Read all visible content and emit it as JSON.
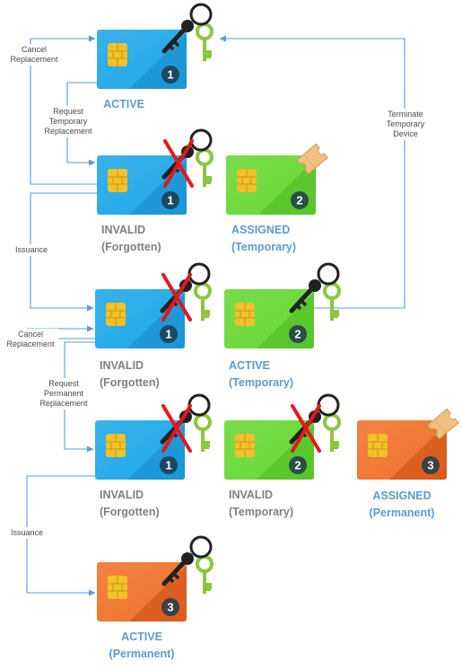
{
  "colors": {
    "blue": "#1ea7e8",
    "blue_dark": "#1788c8",
    "green": "#66d833",
    "green_dark": "#4cb820",
    "orange": "#f0722a",
    "orange_dark": "#c84a10",
    "chip": "#f2c02a",
    "arrow": "#5b9bd5",
    "status_active": "#5b9bd5",
    "status_invalid": "#7f7f7f",
    "status_assigned": "#5b9bd5",
    "key_dark": "#222222",
    "key_green": "#8cc63f",
    "ticket": "#f0c080",
    "cross": "#e8161b",
    "badge_dark": "#1f3a4d"
  },
  "cards": [
    {
      "id": "c1",
      "color": "blue",
      "number": "1",
      "icon": "keys-icon",
      "crossed": false,
      "status": "ACTIVE",
      "substatus": "",
      "status_color": "status_active"
    },
    {
      "id": "c2",
      "color": "blue",
      "number": "1",
      "icon": "keys-icon",
      "crossed": true,
      "status": "INVALID",
      "substatus": "(Forgotten)",
      "status_color": "status_invalid"
    },
    {
      "id": "c3",
      "color": "green",
      "number": "2",
      "icon": "ticket-icon",
      "crossed": false,
      "status": "ASSIGNED",
      "substatus": "(Temporary)",
      "status_color": "status_assigned"
    },
    {
      "id": "c4",
      "color": "blue",
      "number": "1",
      "icon": "keys-icon",
      "crossed": true,
      "status": "INVALID",
      "substatus": "(Forgotten)",
      "status_color": "status_invalid"
    },
    {
      "id": "c5",
      "color": "green",
      "number": "2",
      "icon": "keys-icon",
      "crossed": false,
      "status": "ACTIVE",
      "substatus": "(Temporary)",
      "status_color": "status_active"
    },
    {
      "id": "c6",
      "color": "blue",
      "number": "1",
      "icon": "keys-icon",
      "crossed": true,
      "status": "INVALID",
      "substatus": "(Forgotten)",
      "status_color": "status_invalid"
    },
    {
      "id": "c7",
      "color": "green",
      "number": "2",
      "icon": "keys-icon",
      "crossed": true,
      "status": "INVALID",
      "substatus": "(Temporary)",
      "status_color": "status_invalid"
    },
    {
      "id": "c8",
      "color": "orange",
      "number": "3",
      "icon": "ticket-icon",
      "crossed": false,
      "status": "ASSIGNED",
      "substatus": "(Permanent)",
      "status_color": "status_assigned"
    },
    {
      "id": "c9",
      "color": "orange",
      "number": "3",
      "icon": "keys-icon",
      "crossed": false,
      "status": "ACTIVE",
      "substatus": "(Permanent)",
      "status_color": "status_active"
    }
  ],
  "flows": [
    {
      "id": "cancel-replacement-1",
      "lines": [
        "Cancel",
        "Replacement"
      ]
    },
    {
      "id": "request-temporary-replacement",
      "lines": [
        "Request",
        "Temporary",
        "Replacement"
      ]
    },
    {
      "id": "issuance-1",
      "lines": [
        "Issuance"
      ]
    },
    {
      "id": "terminate-temporary-device",
      "lines": [
        "Terminate",
        "Temporary",
        "Device"
      ]
    },
    {
      "id": "cancel-replacement-2",
      "lines": [
        "Cancel",
        "Replacement"
      ]
    },
    {
      "id": "request-permanent-replacement",
      "lines": [
        "Request",
        "Permanent",
        "Replacement"
      ]
    },
    {
      "id": "issuance-2",
      "lines": [
        "Issuance"
      ]
    }
  ]
}
